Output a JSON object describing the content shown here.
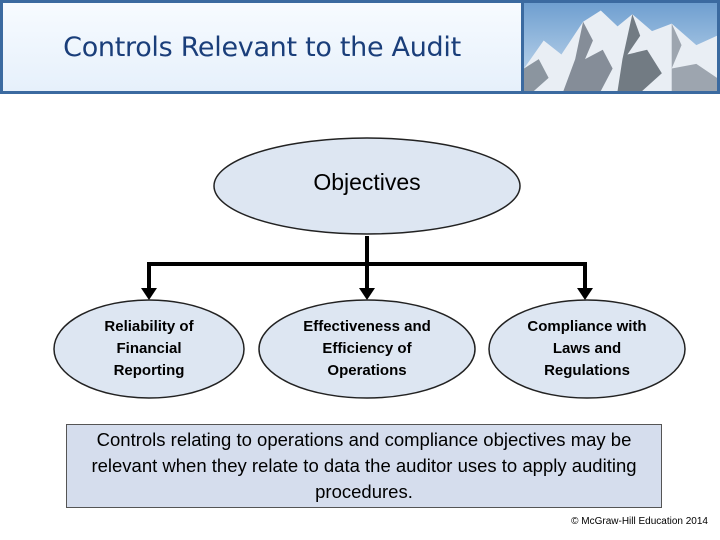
{
  "header": {
    "title": "Controls Relevant to the Audit"
  },
  "diagram": {
    "root": "Objectives",
    "children": [
      "Reliability of Financial Reporting",
      "Effectiveness and Efficiency of Operations",
      "Compliance with Laws and Regulations"
    ]
  },
  "note": "Controls relating to operations and compliance objectives may be relevant when they relate to data the auditor uses to apply auditing procedures.",
  "footer": {
    "copyright": "© McGraw-Hill Education 2014"
  },
  "colors": {
    "title_text": "#1a3e7a",
    "title_border": "#3b6aa0",
    "ellipse_fill": "#dde6f2",
    "note_fill": "#d5dded"
  }
}
